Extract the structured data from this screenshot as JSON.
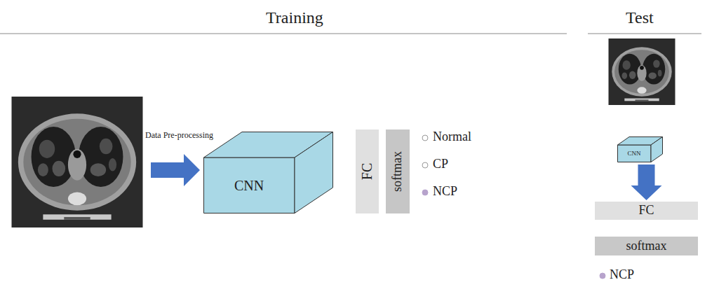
{
  "diagram": {
    "nodes": [
      {
        "text": [
          "CNN"
        ]
      },
      {
        "text": [
          "FC"
        ]
      },
      {
        "text": [
          "softmax"
        ]
      },
      {
        "text": [
          "CNN"
        ]
      },
      {
        "text": [
          "FC"
        ]
      },
      {
        "text": [
          "softmax"
        ]
      }
    ],
    "edges": [
      {
        "from": 3,
        "to": 4,
        "arrow": "to"
      }
    ],
    "labels": [
      "Training",
      "Test",
      "Data Pre-processing",
      "Normal",
      "CP",
      "NCP",
      "NCP"
    ]
  }
}
